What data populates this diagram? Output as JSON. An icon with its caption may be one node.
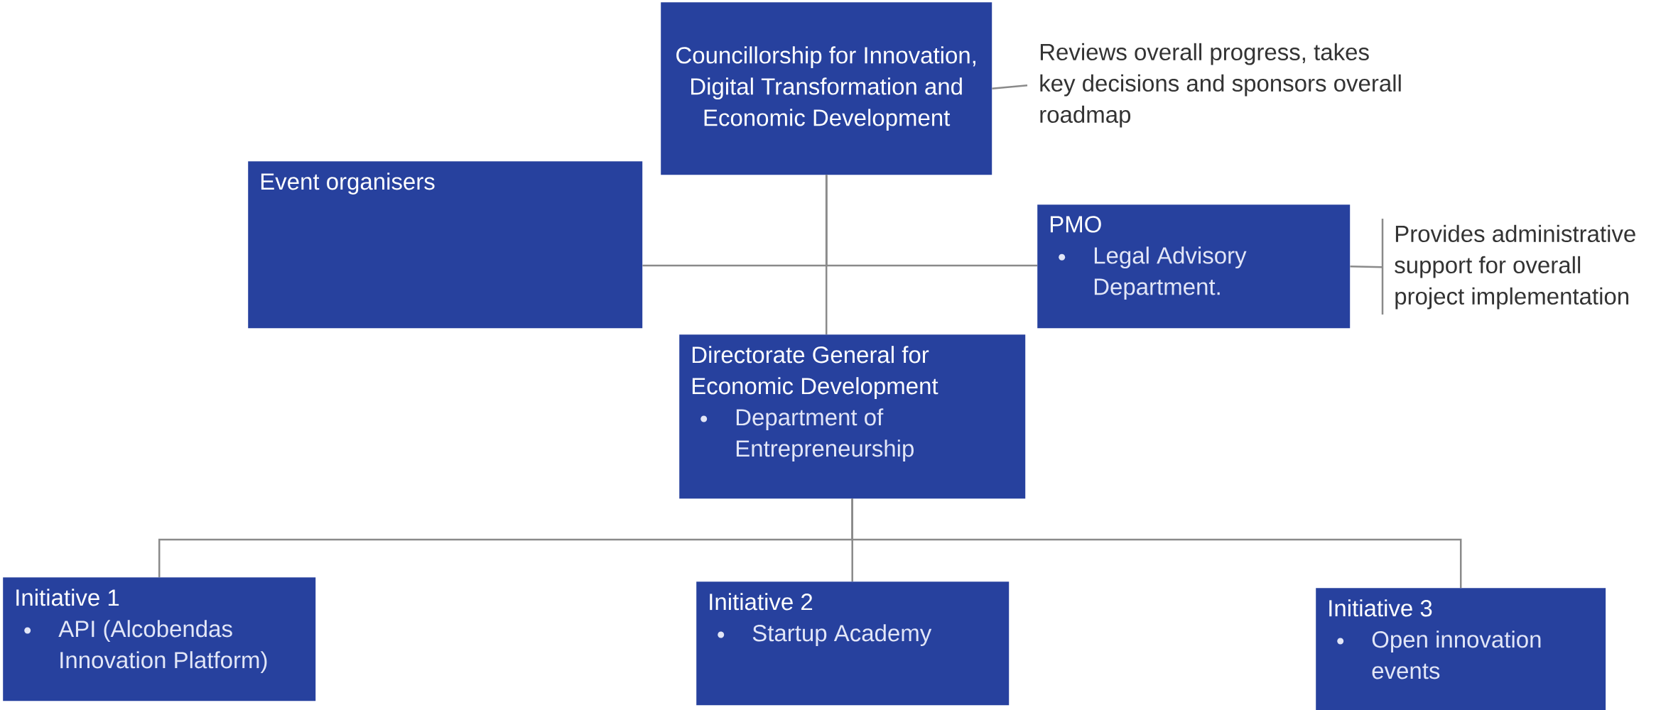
{
  "diagram": {
    "nodes": [
      {
        "text": [
          "Councillorship for Innovation, Digital Transformation and Economic Development"
        ]
      },
      {
        "text": [
          "Reviews overall progress, takes key decisions and sponsors overall roadmap"
        ]
      },
      {
        "text": [
          "Event organisers"
        ]
      },
      {
        "text": [
          "PMO",
          "Legal Advisory Department."
        ]
      },
      {
        "text": [
          "Provides administrative support for overall project implementation"
        ]
      },
      {
        "text": [
          "Directorate General for Economic Development",
          "Department of Entrepreneurship"
        ]
      },
      {
        "text": [
          "Initiative 1",
          "API (Alcobendas Innovation Platform)"
        ]
      },
      {
        "text": [
          "Initiative 2",
          "Startup Academy"
        ]
      },
      {
        "text": [
          "Initiative 3",
          "Open innovation events"
        ]
      }
    ],
    "edges": [
      {
        "from": 0,
        "to": 1,
        "arrow": "none"
      },
      {
        "from": 0,
        "to": 2,
        "arrow": "none"
      },
      {
        "from": 0,
        "to": 3,
        "arrow": "none"
      },
      {
        "from": 3,
        "to": 4,
        "arrow": "none"
      },
      {
        "from": 0,
        "to": 5,
        "arrow": "none"
      },
      {
        "from": 5,
        "to": 6,
        "arrow": "none"
      },
      {
        "from": 5,
        "to": 7,
        "arrow": "none"
      },
      {
        "from": 5,
        "to": 8,
        "arrow": "none"
      }
    ]
  }
}
